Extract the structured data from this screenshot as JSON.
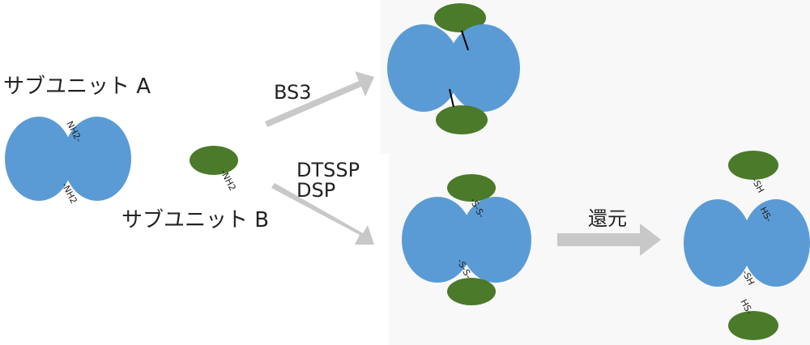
{
  "colors": {
    "subunit_a": "#5b9bd5",
    "subunit_b": "#4a7a2a",
    "arrow": "#c8c8c8",
    "text": "#222222",
    "crosslink": "#000000"
  },
  "labels": {
    "subunit_a": "サブユニット A",
    "subunit_b": "サブユニット B",
    "bs3": "BS3",
    "dtssp": "DTSSP",
    "dsp": "DSP",
    "reduction": "還元",
    "nh2_a_top": "NH2-",
    "nh2_a_bottom": "-NH2",
    "nh2_b": "-NH2",
    "ss_top": "-S-S-",
    "ss_bottom": "-S-S-",
    "sh_b_top": "-SH",
    "hs_a_top": "HS-",
    "sh_a_bottom": "-SH",
    "hs_b_bottom": "HS-"
  }
}
